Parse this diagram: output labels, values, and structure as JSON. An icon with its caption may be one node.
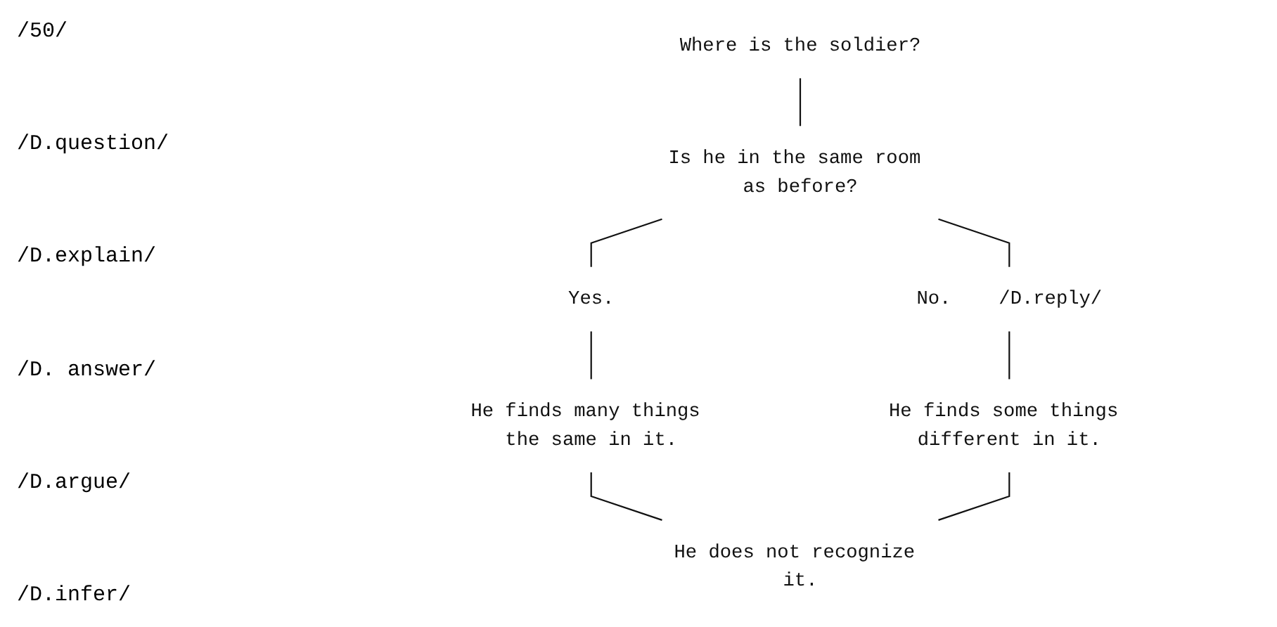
{
  "diagram": {
    "nodes": [
      {
        "text": [
          "Where is the soldier?"
        ]
      },
      {
        "text": [
          "Is he in the same room as before?"
        ]
      },
      {
        "text": [
          "Yes."
        ]
      },
      {
        "text": [
          "No."
        ],
        "beside": [
          "/D.reply/"
        ]
      },
      {
        "text": [
          "He finds many things the same in it."
        ]
      },
      {
        "text": [
          "He finds some things different in it."
        ]
      },
      {
        "text": [
          "He does not recognize it."
        ]
      }
    ],
    "edges": [
      {
        "from": 0,
        "to": 1,
        "arrow": "none"
      },
      {
        "from": 1,
        "to": 2,
        "arrow": "none"
      },
      {
        "from": 1,
        "to": 3,
        "arrow": "none"
      },
      {
        "from": 2,
        "to": 4,
        "arrow": "none"
      },
      {
        "from": 3,
        "to": 5,
        "arrow": "none"
      },
      {
        "from": 4,
        "to": 6,
        "arrow": "none"
      },
      {
        "from": 5,
        "to": 6,
        "arrow": "none"
      }
    ],
    "labels": [
      "/50/",
      "/D.question/",
      "/D.explain/",
      "/D. answer/",
      "/D.argue/",
      "/D.infer/"
    ]
  }
}
